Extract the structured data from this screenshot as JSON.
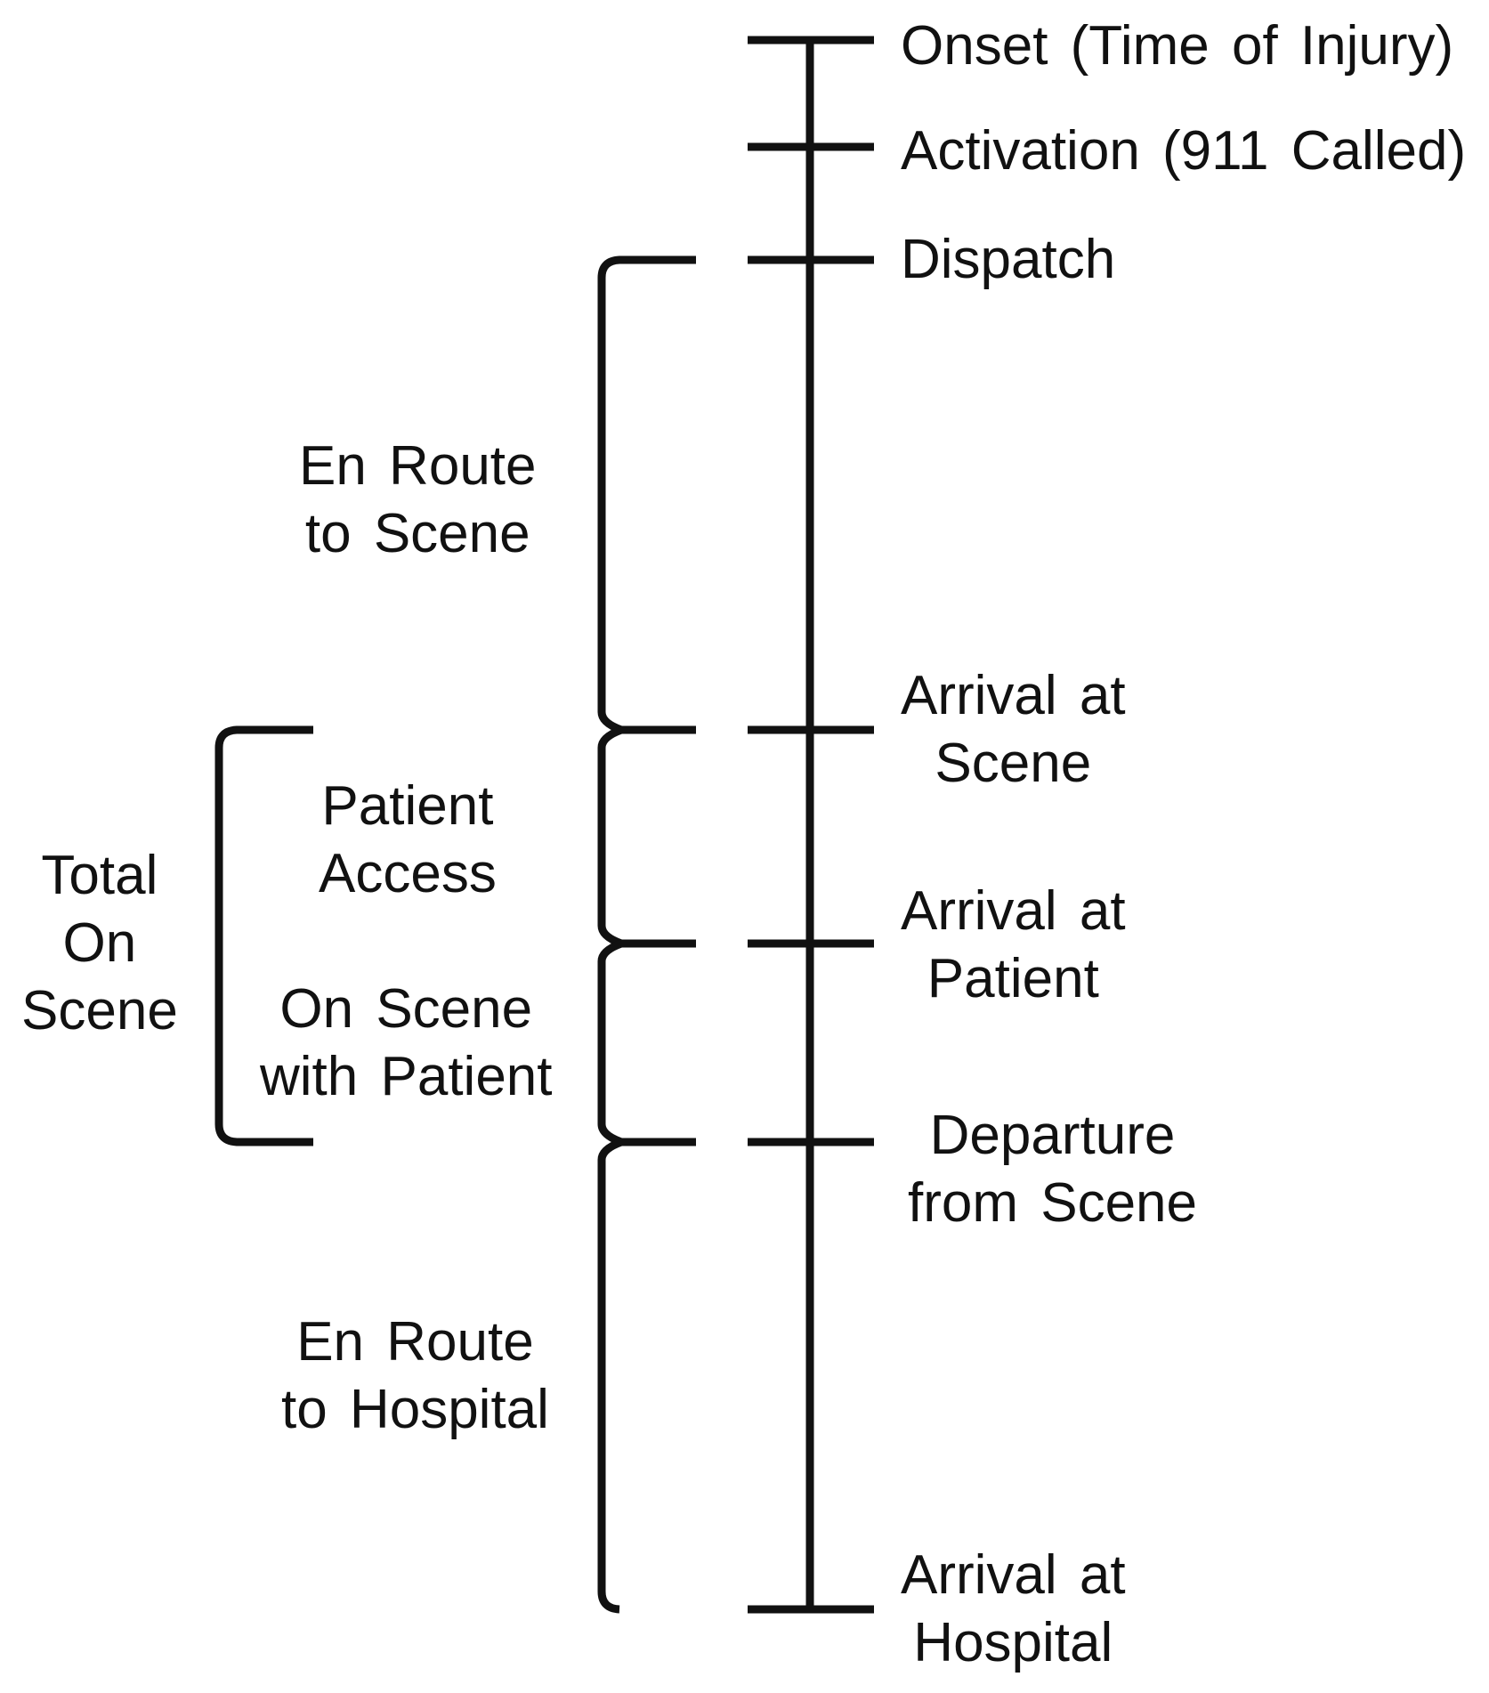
{
  "events": [
    {
      "id": "onset",
      "lines": [
        "Onset (Time of Injury)"
      ]
    },
    {
      "id": "activation",
      "lines": [
        "Activation (911 Called)"
      ]
    },
    {
      "id": "dispatch",
      "lines": [
        "Dispatch"
      ]
    },
    {
      "id": "arrival-scene",
      "lines": [
        "Arrival at",
        "Scene"
      ]
    },
    {
      "id": "arrival-patient",
      "lines": [
        "Arrival at",
        "Patient"
      ]
    },
    {
      "id": "departure",
      "lines": [
        "Departure",
        "from Scene"
      ]
    },
    {
      "id": "arrival-hospital",
      "lines": [
        "Arrival at",
        "Hospital"
      ]
    }
  ],
  "intervals": [
    {
      "id": "en-route-scene",
      "lines": [
        "En Route",
        "to Scene"
      ]
    },
    {
      "id": "patient-access",
      "lines": [
        "Patient",
        "Access"
      ]
    },
    {
      "id": "on-scene-patient",
      "lines": [
        "On Scene",
        "with Patient"
      ]
    },
    {
      "id": "en-route-hospital",
      "lines": [
        "En Route",
        "to Hospital"
      ]
    },
    {
      "id": "total-on-scene",
      "lines": [
        "Total",
        "On",
        "Scene"
      ]
    }
  ],
  "colors": {
    "stroke": "#111111",
    "text": "#111111",
    "background": "#ffffff"
  }
}
